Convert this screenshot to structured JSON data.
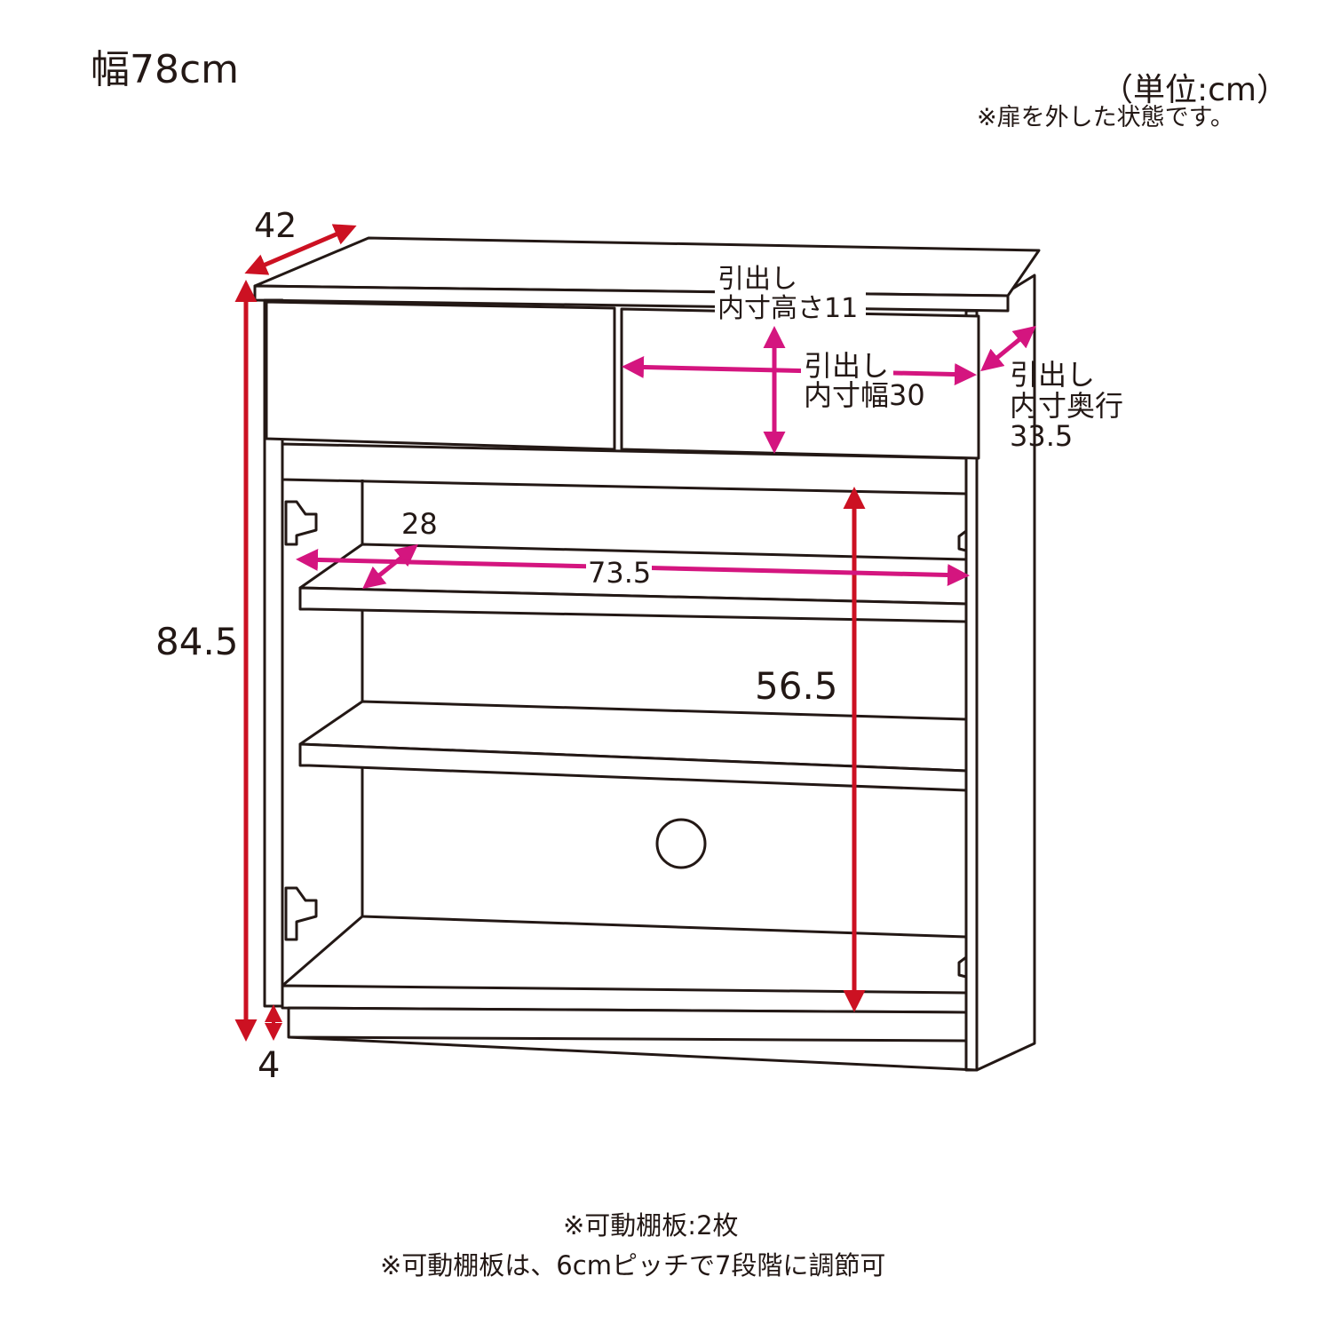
{
  "header": {
    "width_label": "幅78cm",
    "unit_label": "（単位:cm）",
    "door_note": "※扉を外した状態です。"
  },
  "dimensions": {
    "depth": "42",
    "height": "84.5",
    "plinth": "4",
    "drawer_height": "引出し\n内寸高さ11",
    "drawer_height_l1": "引出し",
    "drawer_height_l2": "内寸高さ11",
    "drawer_width_l1": "引出し",
    "drawer_width_l2": "内寸幅30",
    "drawer_depth_l1": "引出し",
    "drawer_depth_l2": "内寸奥行",
    "drawer_depth_l3": "33.5",
    "shelf_depth": "28",
    "inner_width": "73.5",
    "inner_height": "56.5"
  },
  "footer": {
    "note1": "※可動棚板:2枚",
    "note2": "※可動棚板は、6cmピッチで7段階に調節可"
  },
  "colors": {
    "outer_dimension": "#cc1122",
    "inner_dimension": "#d4157f",
    "line": "#231815"
  }
}
